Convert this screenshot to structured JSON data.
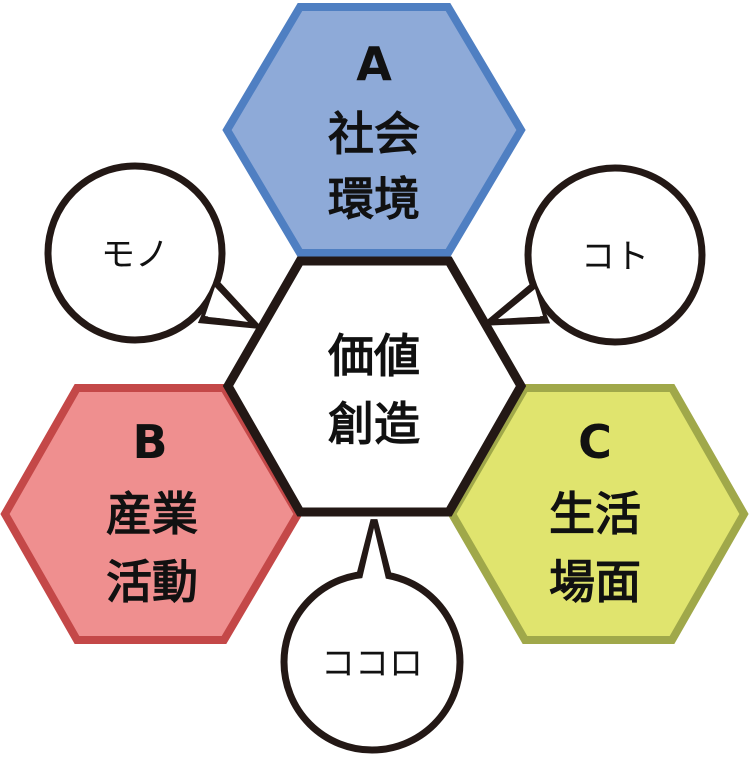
{
  "center": {
    "line1": "価値",
    "line2": "創造"
  },
  "hexagons": [
    {
      "letter": "A",
      "line1": "社会",
      "line2": "環境",
      "fill": "#8eaad8",
      "stroke": "#4f7fc2"
    },
    {
      "letter": "B",
      "line1": "産業",
      "line2": "活動",
      "fill": "#ef8f8f",
      "stroke": "#c44848"
    },
    {
      "letter": "C",
      "line1": "生活",
      "line2": "場面",
      "fill": "#e0e46e",
      "stroke": "#a0a84a"
    }
  ],
  "bubbles": [
    {
      "label": "モノ"
    },
    {
      "label": "コト"
    },
    {
      "label": "ココロ"
    }
  ],
  "colors": {
    "outline": "#231815"
  }
}
